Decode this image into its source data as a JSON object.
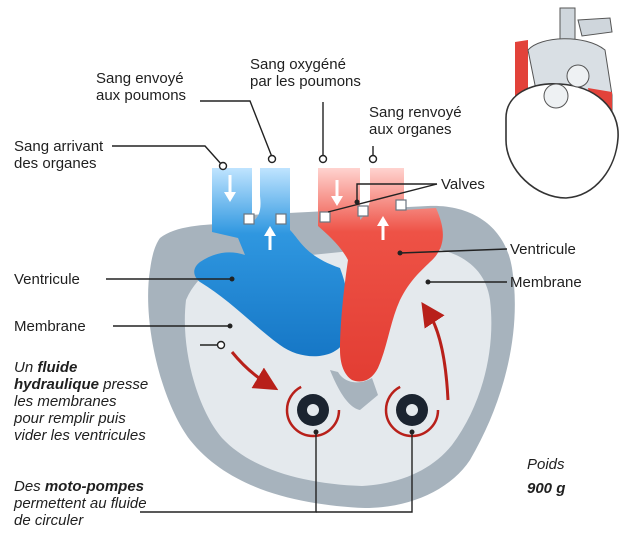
{
  "labels": {
    "sang_envoye_poumons": "Sang envoyé\naux poumons",
    "sang_oxygene": "Sang oxygéné\npar les poumons",
    "sang_renvoye_organes": "Sang renvoyé\naux organes",
    "sang_arrivant_organes": "Sang arrivant\ndes organes",
    "valves": "Valves",
    "ventricule_left": "Ventricule",
    "ventricule_right": "Ventricule",
    "membrane_left": "Membrane",
    "membrane_right": "Membrane"
  },
  "fluide": {
    "line1_prefix": "Un ",
    "line1_bold": "fluide",
    "line2_bold": "hydraulique",
    "line2_rest": " presse",
    "line3": "les membranes",
    "line4": "pour remplir puis",
    "line5": "vider les ventricules"
  },
  "pompes": {
    "line1_prefix": "Des ",
    "line1_bold": "moto-pompes",
    "line2": "permettent au fluide",
    "line3": "de circuler"
  },
  "poids": {
    "label": "Poids",
    "value": "900 g"
  },
  "colors": {
    "blue": "#1f86d6",
    "red": "#e9473d",
    "dark_red": "#b8201a",
    "gray_shell": "#a7b3bd",
    "light_fill": "#e4e9ed",
    "pump": "#1b2430"
  }
}
